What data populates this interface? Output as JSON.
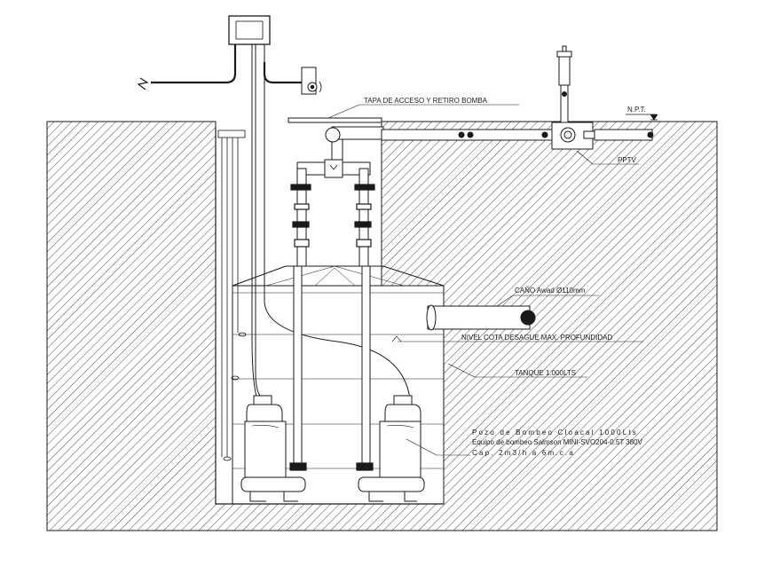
{
  "labels": {
    "tapa": "TAPA DE ACCESO Y RETIRO BOMBA",
    "npt": "N.P.T.",
    "pptv": "PPTV",
    "cano": "CAÑO Awad Ø110mm",
    "nivel": "NIVEL COTA DESAGUE MAX. PROFUNDIDAD",
    "tanque": "TANQUE 1.000LTS",
    "pozo": "Pozo de Bombeo Cloacal 1000Lts",
    "equipo": "Equipo de bombeo Salmson MINI-SVO204-0.5T 380V",
    "cap": "Cap. 2m3/h a 6m.c.a"
  },
  "icons": [
    "electric-supply-icon",
    "alarm-bell-icon"
  ],
  "colors": {
    "line": "#1a1a1a",
    "hatch": "#4a4a4a",
    "background": "#ffffff"
  }
}
